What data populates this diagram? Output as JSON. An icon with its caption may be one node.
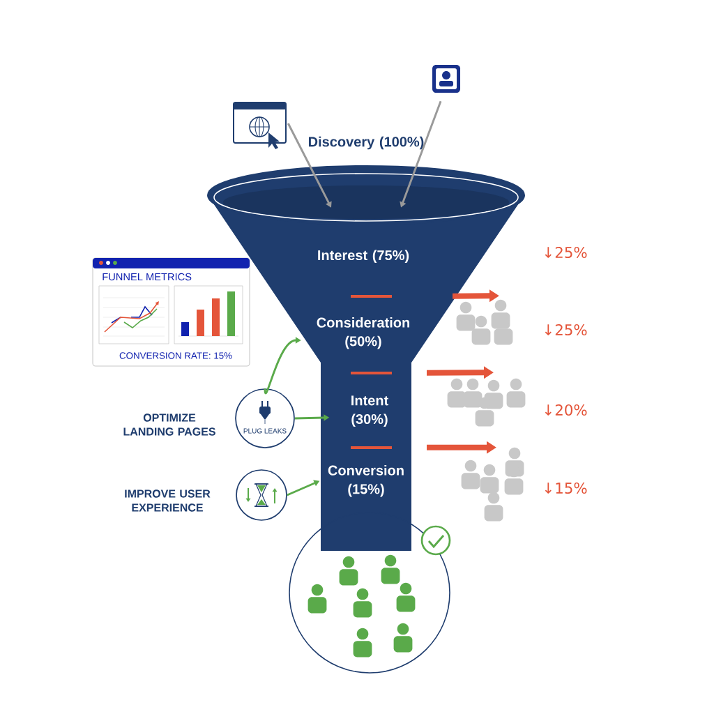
{
  "diagram": {
    "nodes": [
      {
        "text": [],
        "shape": "funnel"
      },
      {
        "text": [
          "Discovery (100%)"
        ]
      },
      {
        "text": [
          "Interest (75%)"
        ],
        "in": 0
      },
      {
        "text": [
          "Consideration (50%)"
        ],
        "in": 0
      },
      {
        "text": [
          "Intent (30%)"
        ],
        "in": 0
      },
      {
        "text": [
          "Conversion (15%)"
        ],
        "in": 0
      },
      {
        "text": [],
        "shape": "picture"
      },
      {
        "text": [],
        "shape": "picture"
      },
      {
        "text": [],
        "shape": "person"
      },
      {
        "text": [],
        "shape": "person"
      },
      {
        "text": [],
        "shape": "person"
      },
      {
        "text": [
          "FUNNEL METRICS",
          "CONVERSION RATE: 15%"
        ]
      },
      {
        "text": [
          "PLUG LEAKS"
        ],
        "beside": [
          "OPTIMIZE LANDING PAGES"
        ]
      },
      {
        "text": [],
        "shape": "circle",
        "beside": [
          "IMPROVE USER EXPERIENCE"
        ]
      },
      {
        "text": [],
        "shape": "circle"
      }
    ],
    "edges": [
      {
        "from": 6,
        "to": 0,
        "arrow": "to",
        "color": "#9a9a9a"
      },
      {
        "from": 7,
        "to": 0,
        "arrow": "to",
        "color": "#9a9a9a"
      },
      {
        "from": 0,
        "to": 8,
        "arrow": "to",
        "style": "thick",
        "color": "#e4553a"
      },
      {
        "from": 0,
        "to": 9,
        "arrow": "to",
        "style": "thick",
        "color": "#e4553a"
      },
      {
        "from": 0,
        "to": 10,
        "arrow": "to",
        "style": "thick",
        "color": "#e4553a"
      },
      {
        "from": 12,
        "to": 3,
        "arrow": "to",
        "color": "#5aaa4a"
      },
      {
        "from": 12,
        "to": 4,
        "arrow": "to",
        "color": "#5aaa4a"
      },
      {
        "from": 13,
        "to": 5,
        "arrow": "to",
        "color": "#5aaa4a"
      }
    ],
    "labels": [
      "↓25%",
      "↓25%",
      "↓20%",
      "↓15%"
    ]
  }
}
